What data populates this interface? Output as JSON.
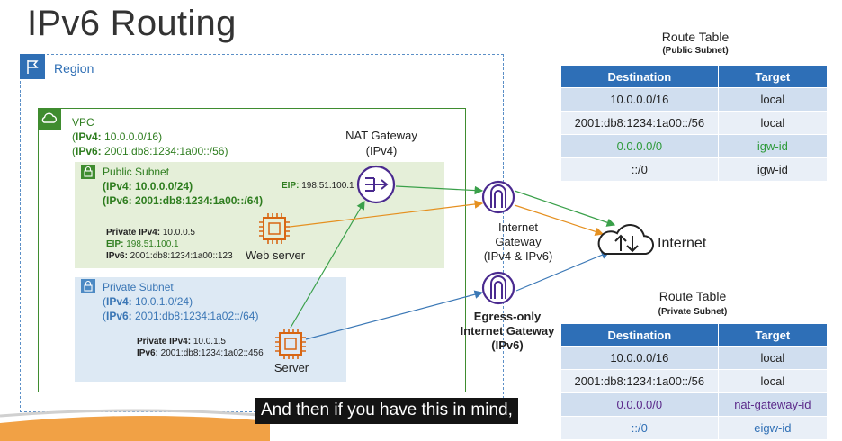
{
  "title": "IPv6 Routing",
  "region": {
    "label": "Region"
  },
  "vpc": {
    "label": "VPC",
    "ipv4_key": "IPv4:",
    "ipv4_val": " 10.0.0.0/16)",
    "ipv6_key": "IPv6:",
    "ipv6_val": " 2001:db8:1234:1a00::/56)"
  },
  "public_subnet": {
    "label": "Public Subnet",
    "ipv4_key": "IPv4:",
    "ipv4_val": " 10.0.0.0/24)",
    "ipv6_key": "IPv6:",
    "ipv6_val": " 2001:db8:1234:1a00::/64)"
  },
  "private_subnet": {
    "label": "Private Subnet",
    "ipv4_key": "IPv4:",
    "ipv4_val": " 10.0.1.0/24)",
    "ipv6_key": "IPv6:",
    "ipv6_val": " 2001:db8:1234:1a02::/64)"
  },
  "web_server": {
    "private_ipv4_key": "Private IPv4:",
    "private_ipv4_val": " 10.0.0.5",
    "eip_key": "EIP:",
    "eip_val": " 198.51.100.1",
    "ipv6_key": "IPv6:",
    "ipv6_val": " 2001:db8:1234:1a00::123",
    "label": "Web server"
  },
  "server": {
    "private_ipv4_key": "Private IPv4:",
    "private_ipv4_val": " 10.0.1.5",
    "ipv6_key": "IPv6:",
    "ipv6_val": " 2001:db8:1234:1a02::456",
    "label": "Server"
  },
  "nat_gateway": {
    "label1": "NAT Gateway",
    "label2": "(IPv4)",
    "eip_key": "EIP:",
    "eip_val": " 198.51.100.1"
  },
  "internet_gateway": {
    "line1": "Internet",
    "line2": "Gateway",
    "line3": "(IPv4 & IPv6)"
  },
  "egress_gateway": {
    "line1": "Egress-only",
    "line2": "Internet Gateway",
    "line3": "(IPv6)"
  },
  "internet": {
    "label": "Internet"
  },
  "route_table_public": {
    "title": "Route Table",
    "subtitle": "(Public Subnet)",
    "headers": [
      "Destination",
      "Target"
    ],
    "rows": [
      {
        "dest": "10.0.0.0/16",
        "target": "local"
      },
      {
        "dest": "2001:db8:1234:1a00::/56",
        "target": "local"
      },
      {
        "dest": "0.0.0.0/0",
        "target": "igw-id"
      },
      {
        "dest": "::/0",
        "target": "igw-id"
      }
    ]
  },
  "route_table_private": {
    "title": "Route Table",
    "subtitle": "(Private Subnet)",
    "headers": [
      "Destination",
      "Target"
    ],
    "rows": [
      {
        "dest": "10.0.0.0/16",
        "target": "local"
      },
      {
        "dest": "2001:db8:1234:1a00::/56",
        "target": "local"
      },
      {
        "dest": "0.0.0.0/0",
        "target": "nat-gateway-id"
      },
      {
        "dest": "::/0",
        "target": "eigw-id"
      }
    ]
  },
  "caption": "And then if you have this in mind,",
  "colors": {
    "region": "#2f6fb5",
    "vpc": "#3f8c2f",
    "public_fill": "#e5efd9",
    "private_fill": "#dde9f4",
    "gateway_purple": "#4a2a8f",
    "ec2_orange": "#d86613",
    "arrow_green": "#3aa04a",
    "arrow_orange": "#e59020",
    "arrow_blue": "#3b78b6",
    "table_header": "#2e6fb7",
    "public_rt_row3": "#2e9a3a",
    "private_rt_row3": "#5b2a8a",
    "private_rt_row4": "#2f6fb5"
  }
}
